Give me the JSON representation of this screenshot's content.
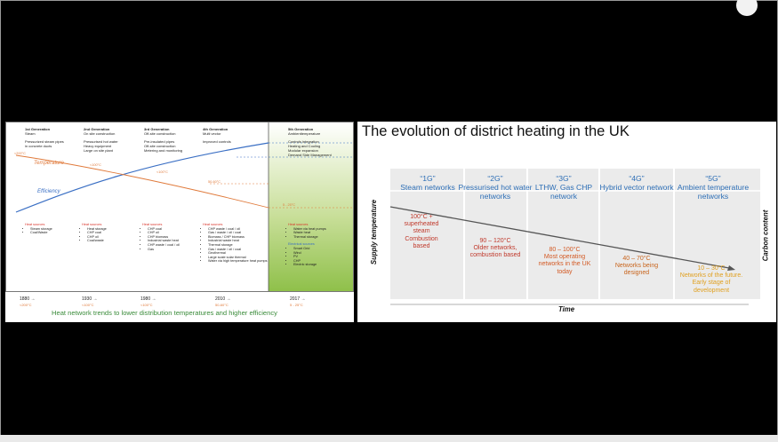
{
  "left_slide": {
    "generations": [
      {
        "title": "1st Generation",
        "subtitle": "Steam",
        "features": [
          "Pressurized steam pipes",
          "in concrete ducts"
        ]
      },
      {
        "title": "2nd Generation",
        "subtitle": "On site construction",
        "features": [
          "Pressurised hot water",
          "Heavy equipment",
          "Large on site plant"
        ]
      },
      {
        "title": "3rd Generation",
        "subtitle": "Off-site construction",
        "features": [
          "Pre-insulated pipes",
          "Off-site construction",
          "Metering and monitoring"
        ]
      },
      {
        "title": "4th Generation",
        "subtitle": "Multi vector",
        "features": [
          "Improved controls"
        ]
      },
      {
        "title": "5th Generation",
        "subtitle": "Ambienttemperature",
        "features": [
          "Controls integration",
          "Heating and Cooling",
          "Modular expansion",
          "Demand Side Management"
        ]
      }
    ],
    "temperature_label": "Temperature",
    "efficiency_label": "Efficiency",
    "temperature_marks": [
      "<200°C",
      "<100°C",
      "<100°C",
      "50-60°C",
      "5 - 25°C"
    ],
    "heat_sources_title": "Heat sources",
    "heat_sources": [
      [
        "Steam storage",
        "Coal/Waste"
      ],
      [
        "Heat storage",
        "CHP coal",
        "CHP oil",
        "Coal/waste"
      ],
      [
        "CHP coal",
        "CHP oil",
        "CHP biomass",
        "Industrial waste heat",
        "CHP waste / coal / oil",
        "Gas"
      ],
      [
        "CHP waste / coal / oil",
        "Gas / waste / oil / coal",
        "Biomass / CHP biomass",
        "Industrial waste heat",
        "Thermal storage",
        "Gas / waste / oil / coal",
        "Geothermal",
        "Large scale solar thermal",
        "Water via high temperature heat pumps"
      ],
      [
        "Water via heat pumps",
        "Waste heat",
        "Thermal storage"
      ]
    ],
    "electrical_sources_title": "Electrical sources",
    "electrical_sources": [
      "Smart Grid",
      "Wind",
      "PV",
      "CHP",
      "Electric storage"
    ],
    "years": [
      "1880 →",
      "1930 →",
      "1980 →",
      "2010 →",
      "2017 →"
    ],
    "year_temps": [
      "<200°C",
      "<100°C",
      "<100°C",
      "50-60°C",
      "5 - 25°C"
    ],
    "caption": "Heat network trends to lower distribution temperatures and higher efficiency"
  },
  "right_slide": {
    "title": "The evolution of district heating in the UK",
    "generations": [
      {
        "label": "“1G”",
        "name": "Steam networks",
        "temp": "100°C + superheated steam",
        "desc": "Combustion based",
        "color": "#c0392b"
      },
      {
        "label": "“2G”",
        "name": "Pressurised hot water networks",
        "temp": "90 – 120°C",
        "desc": "Older networks, combustion based",
        "color": "#c0392b"
      },
      {
        "label": "“3G”",
        "name": "LTHW, Gas CHP network",
        "temp": "80 – 100°C",
        "desc": "Most operating networks in the UK today",
        "color": "#d35a24"
      },
      {
        "label": "“4G”",
        "name": "Hybrid vector network",
        "temp": "40 – 70°C",
        "desc": "Networks being designed",
        "color": "#c8641c"
      },
      {
        "label": "“5G”",
        "name": "Ambient temperature networks",
        "temp": "10 – 30°C",
        "desc": "Networks of the future. Early stage of development",
        "color": "#e0a020"
      }
    ],
    "y_axis_label": "Supply temperature",
    "right_axis_label": "Carbon content",
    "x_axis_label": "Time"
  }
}
